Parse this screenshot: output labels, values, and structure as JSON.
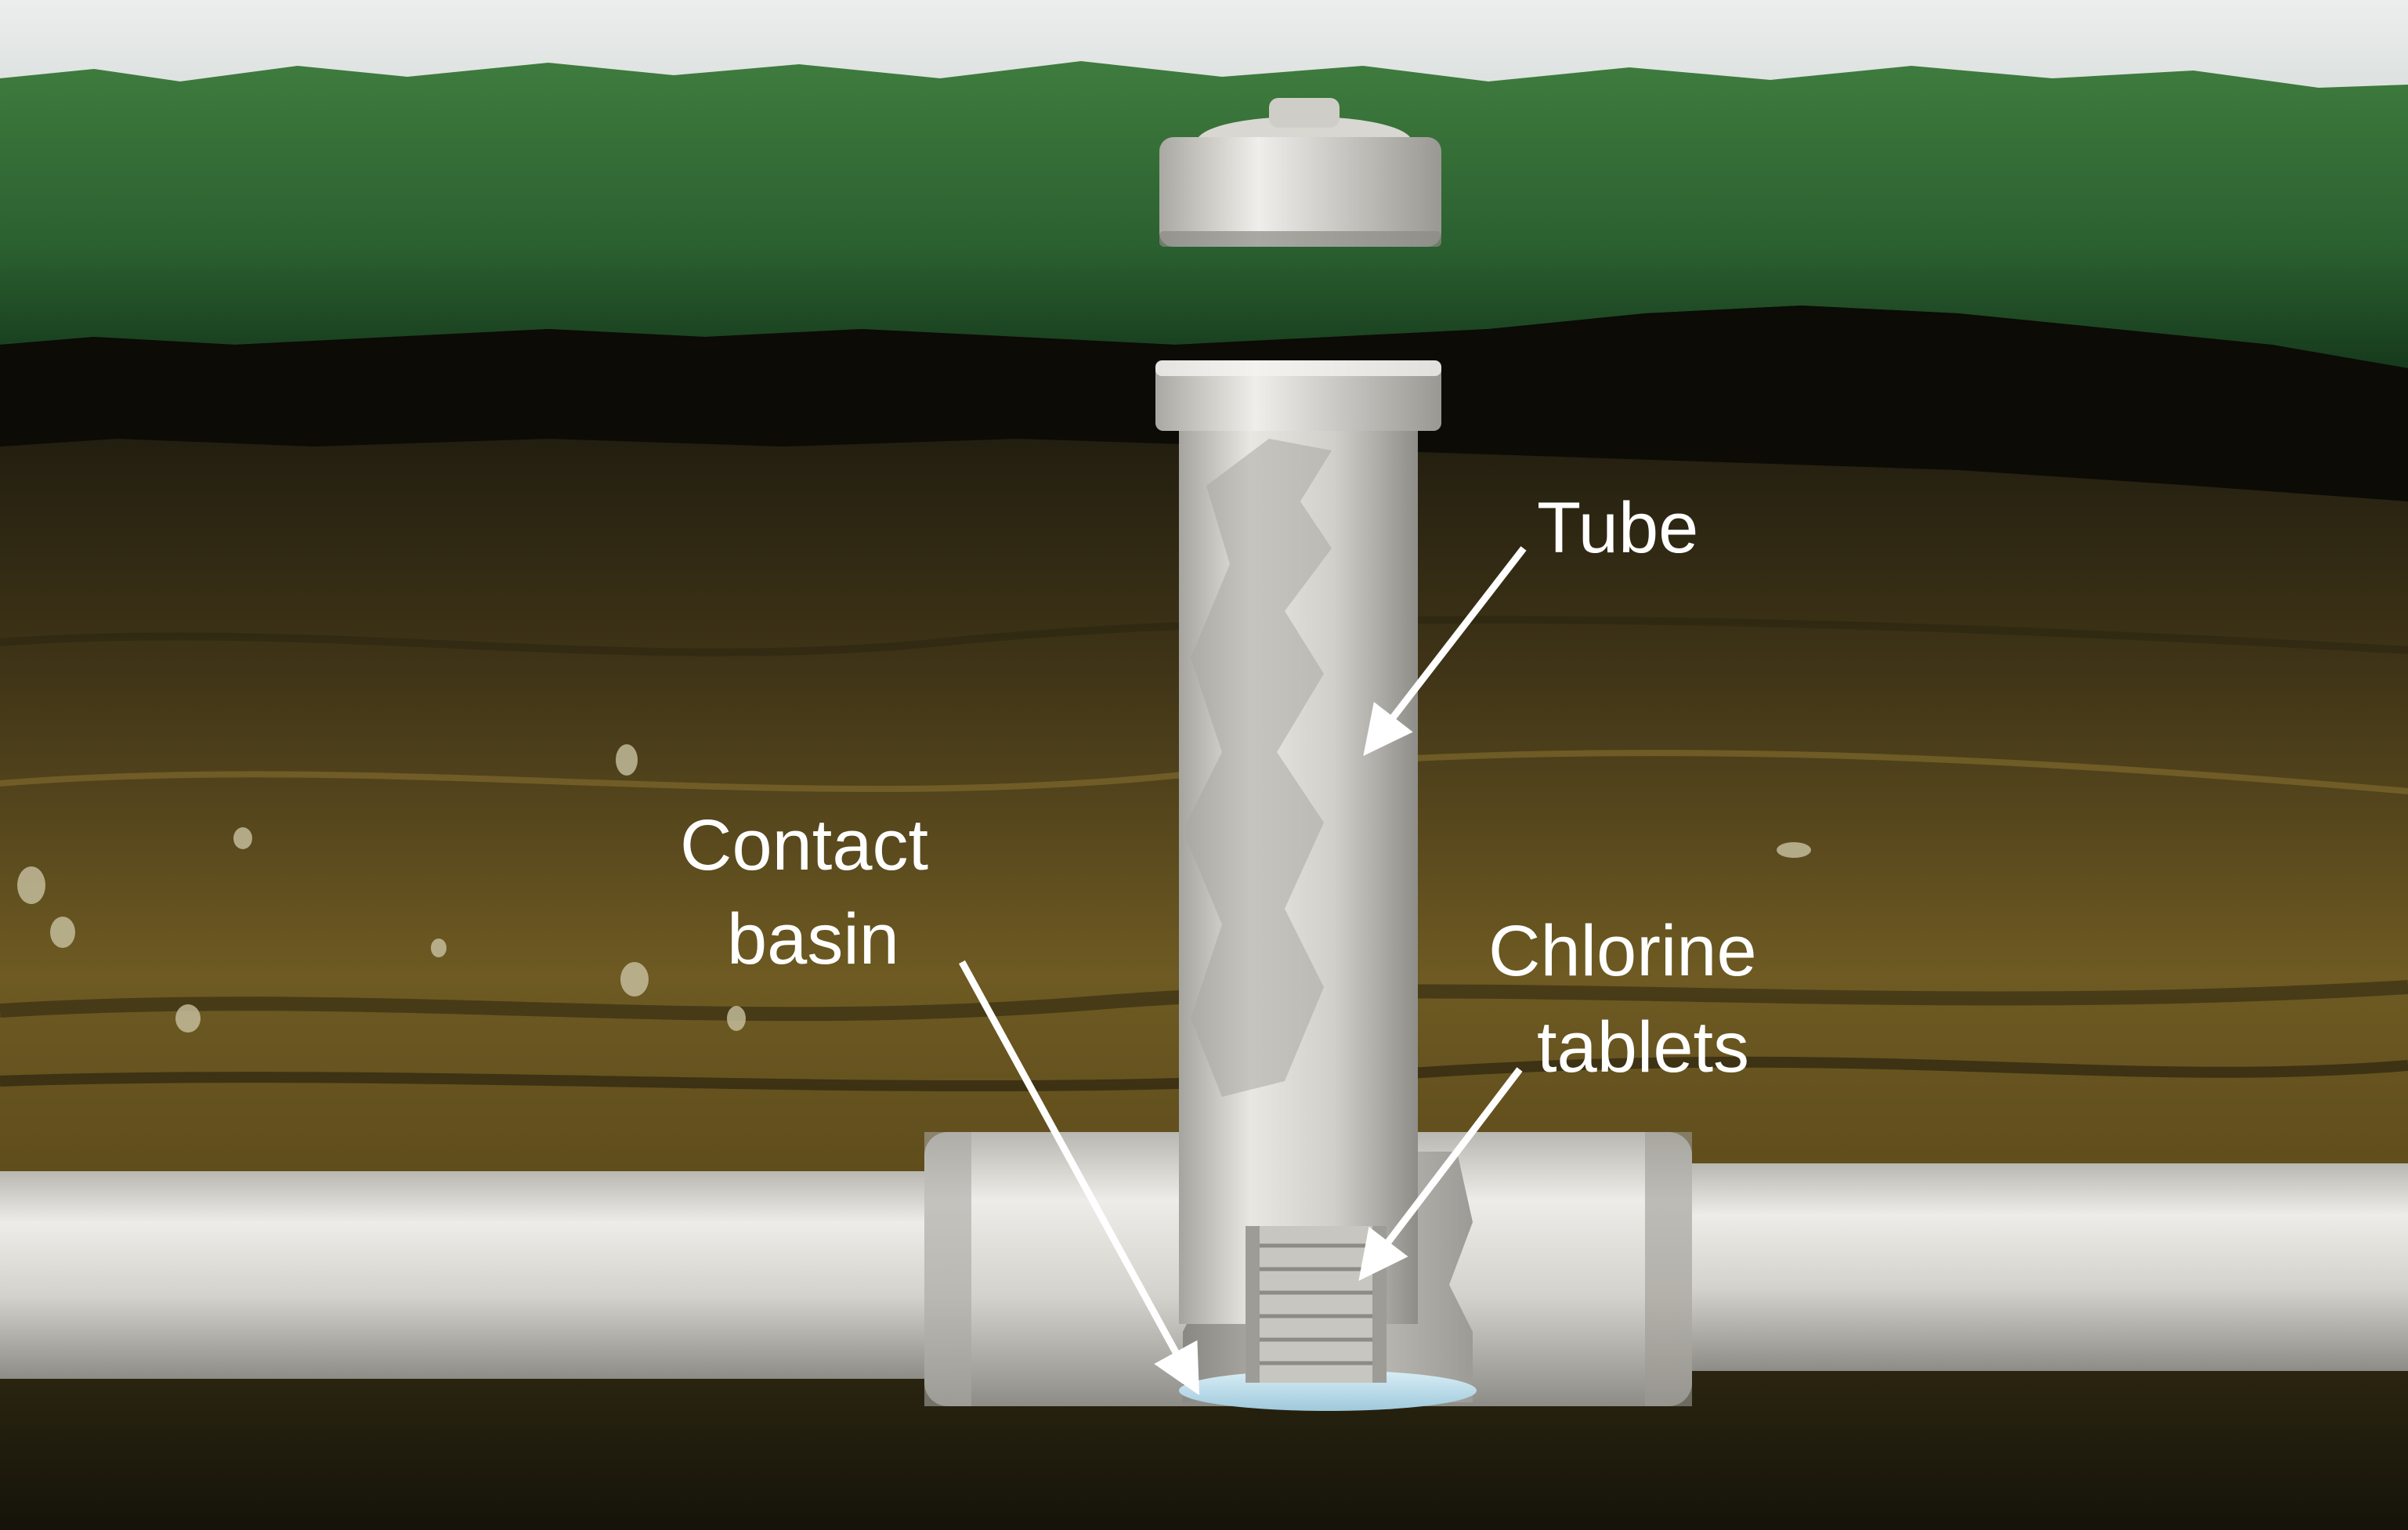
{
  "labels": {
    "tube": "Tube",
    "contact_basin_line1": "Contact",
    "contact_basin_line2": "basin",
    "chlorine_tablets_line1": "Chlorine",
    "chlorine_tablets_line2": "tablets"
  },
  "colors": {
    "sky": "#dfe4e2",
    "grass": "#2f6b32",
    "topsoil": "#0c0b06",
    "soil": "#4a3c1a",
    "soil_light": "#7a6424",
    "pipe": "#d6d4cf",
    "label_text": "#ffffff",
    "arrow": "#ffffff"
  }
}
